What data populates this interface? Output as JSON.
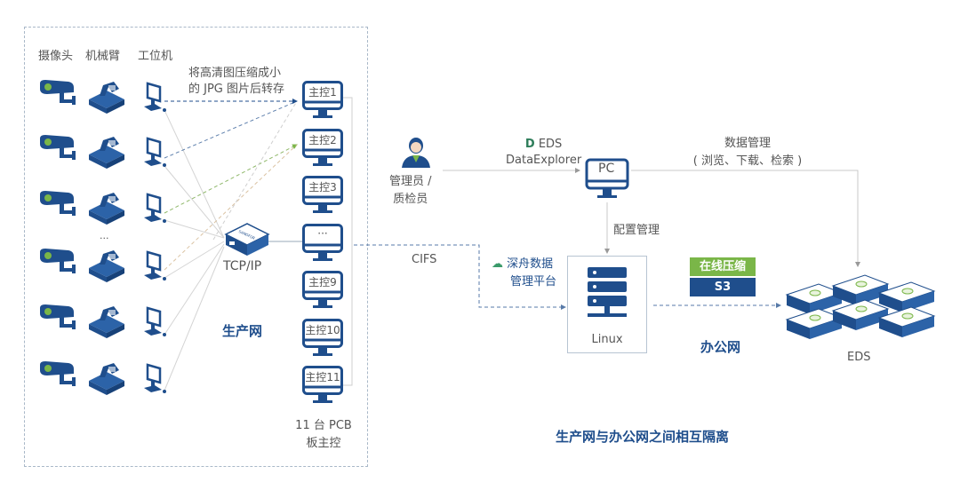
{
  "production_network": {
    "title": "生产网",
    "column_headers": [
      "摄像头",
      "机械臂",
      "工位机"
    ],
    "ellipsis": "···",
    "compress_note": [
      "将高清图压缩成小",
      "的 JPG 图片后转存"
    ],
    "switch_label": "TCP/IP",
    "controllers": [
      "主控1",
      "主控2",
      "主控3",
      "···",
      "主控9",
      "主控10",
      "主控11"
    ],
    "controllers_caption": [
      "11 台 PCB",
      "板主控"
    ]
  },
  "office_network": {
    "title": "办公网",
    "admin_label": [
      "管理员 /",
      "质检员"
    ],
    "eds_explorer": [
      "EDS",
      "DataExplorer"
    ],
    "pc_label": "PC",
    "data_mgmt": [
      "数据管理",
      "( 浏览、下载、检索 )"
    ],
    "config_mgmt": "配置管理",
    "cifs_label": "CIFS",
    "platform_label": [
      "深舟数据",
      "管理平台"
    ],
    "server_label": "Linux",
    "badge_compress": "在线压缩",
    "badge_s3": "S3",
    "eds_label": "EDS"
  },
  "footer": "生产网与办公网之间相互隔离",
  "colors": {
    "primary_blue": "#1f4e8c",
    "accent_green": "#7ab648",
    "line_gray": "#c8c8c8"
  }
}
